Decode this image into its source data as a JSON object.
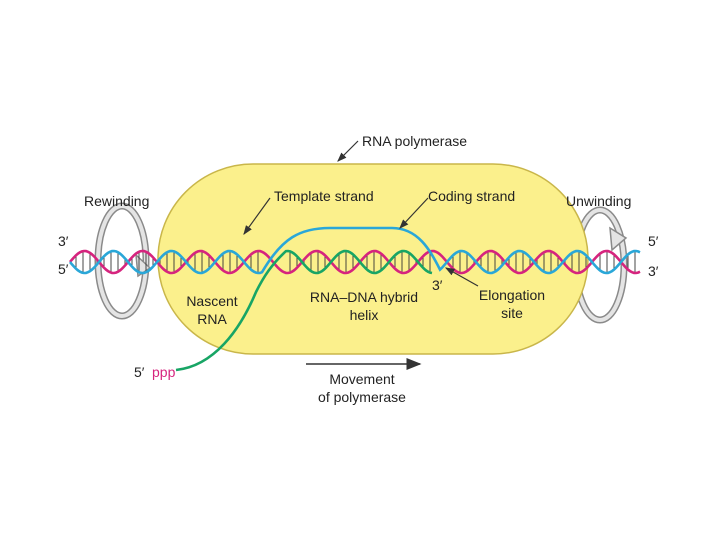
{
  "labels": {
    "rna_polymerase": "RNA polymerase",
    "template_strand": "Template strand",
    "coding_strand": "Coding strand",
    "rewinding": "Rewinding",
    "unwinding": "Unwinding",
    "nascent_line1": "Nascent",
    "nascent_line2": "RNA",
    "hybrid_line1": "RNA–DNA hybrid",
    "hybrid_line2": "helix",
    "elongation_line1": "Elongation",
    "elongation_line2": "site",
    "movement_line1": "Movement",
    "movement_line2": "of polymerase",
    "three_prime": "3′",
    "five_prime": "5′",
    "ppp": "ppp"
  },
  "colors": {
    "polymerase_fill": "#fbf08c",
    "polymerase_stroke": "#c9b64a",
    "template_strand": "#d6247e",
    "coding_strand": "#2aa7d8",
    "rna": "#18a565",
    "rungs": "#333333",
    "arrow": "#333333"
  }
}
